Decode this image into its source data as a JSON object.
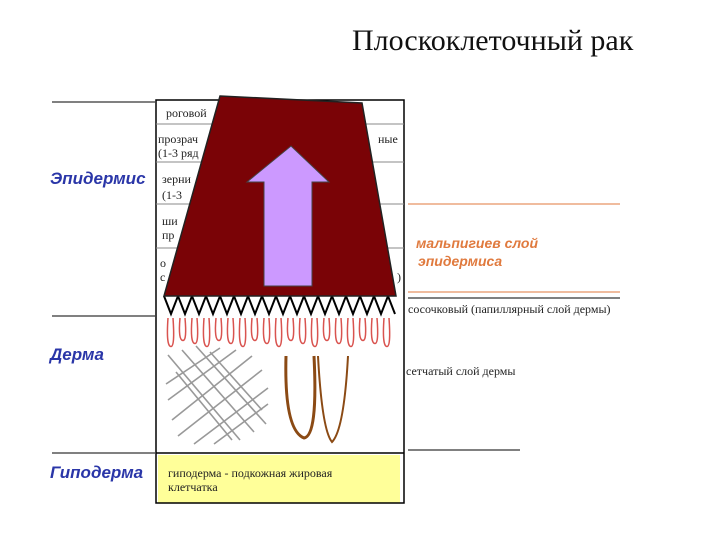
{
  "title": "Плоскоклеточный рак",
  "regions": {
    "epidermis": "Эпидермис",
    "dermis": "Дерма",
    "hypodermis": "Гиподерма"
  },
  "epidermis_layers": {
    "corneum": "роговой",
    "lucidum_line1": "прозрач",
    "lucidum_right": "ные",
    "lucidum_line2": "(1-3 ряд",
    "granular_line1": "зерни",
    "granular_line2": "(1-3",
    "spinous_line1": "ши",
    "spinous_line2": "пр",
    "basal_line1": "о",
    "basal_line2": "с",
    "basal_right": ")"
  },
  "malpighian_layer": {
    "line1": "мальпигиев слой",
    "line2": "эпидермиса"
  },
  "dermis_labels": {
    "papillary": "сосочковый (папиллярный слой дермы)",
    "reticular": "сетчатый слой дермы"
  },
  "hypodermis_label": {
    "line1": "гиподерма - подкожная жировая",
    "line2": "клетчатка"
  },
  "colors": {
    "tumor": "#7a0306",
    "arrow": "#cc99ff",
    "hypodermis_fill": "#ffff99",
    "region_label": "#2a36a8",
    "malpighian_label": "#e07a3e",
    "papillae": "#d9534f",
    "hair_follicle": "#8b4a14",
    "collagen_mesh": "#999999"
  }
}
